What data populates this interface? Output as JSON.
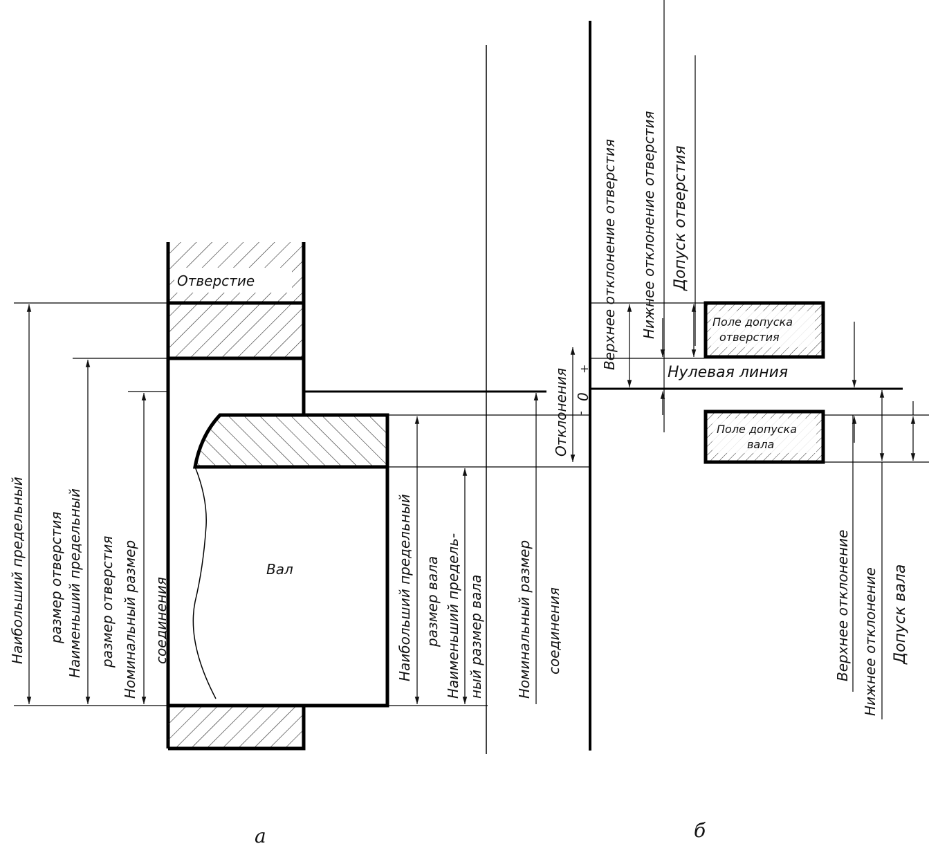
{
  "part_a": {
    "hole_label": "Отверстие",
    "shaft_label": "Вал",
    "dims": {
      "hole_max_1": "Наибольший предельный",
      "hole_max_2": "размер отверстия",
      "hole_min_1": "Наименьший предельный",
      "hole_min_2": "размер отверстия",
      "nominal_1": "Номинальный размер",
      "nominal_2": "соединения",
      "shaft_max_1": "Наибольший предельный",
      "shaft_max_2": "размер вала",
      "shaft_min_1": "Наименьший предель-",
      "shaft_min_2": "ный размер вала",
      "nominal_right_1": "Номинальный размер",
      "nominal_right_2": "соединения"
    },
    "caption": "а"
  },
  "part_b": {
    "deviations": "Отклонения",
    "plus": "+",
    "zero": "0",
    "minus": "-",
    "zero_line": "Нулевая линия",
    "hole_upper": "Верхнее отклонение отверстия",
    "hole_lower": "Нижнее отклонение отверстия",
    "hole_tolerance": "Допуск отверстия",
    "hole_field_1": "Поле допуска",
    "hole_field_2": "отверстия",
    "shaft_field_1": "Поле допуска",
    "shaft_field_2": "вала",
    "shaft_upper": "Верхнее отклонение",
    "shaft_lower": "Нижнее отклонение",
    "shaft_tolerance": "Допуск вала",
    "caption": "б"
  }
}
